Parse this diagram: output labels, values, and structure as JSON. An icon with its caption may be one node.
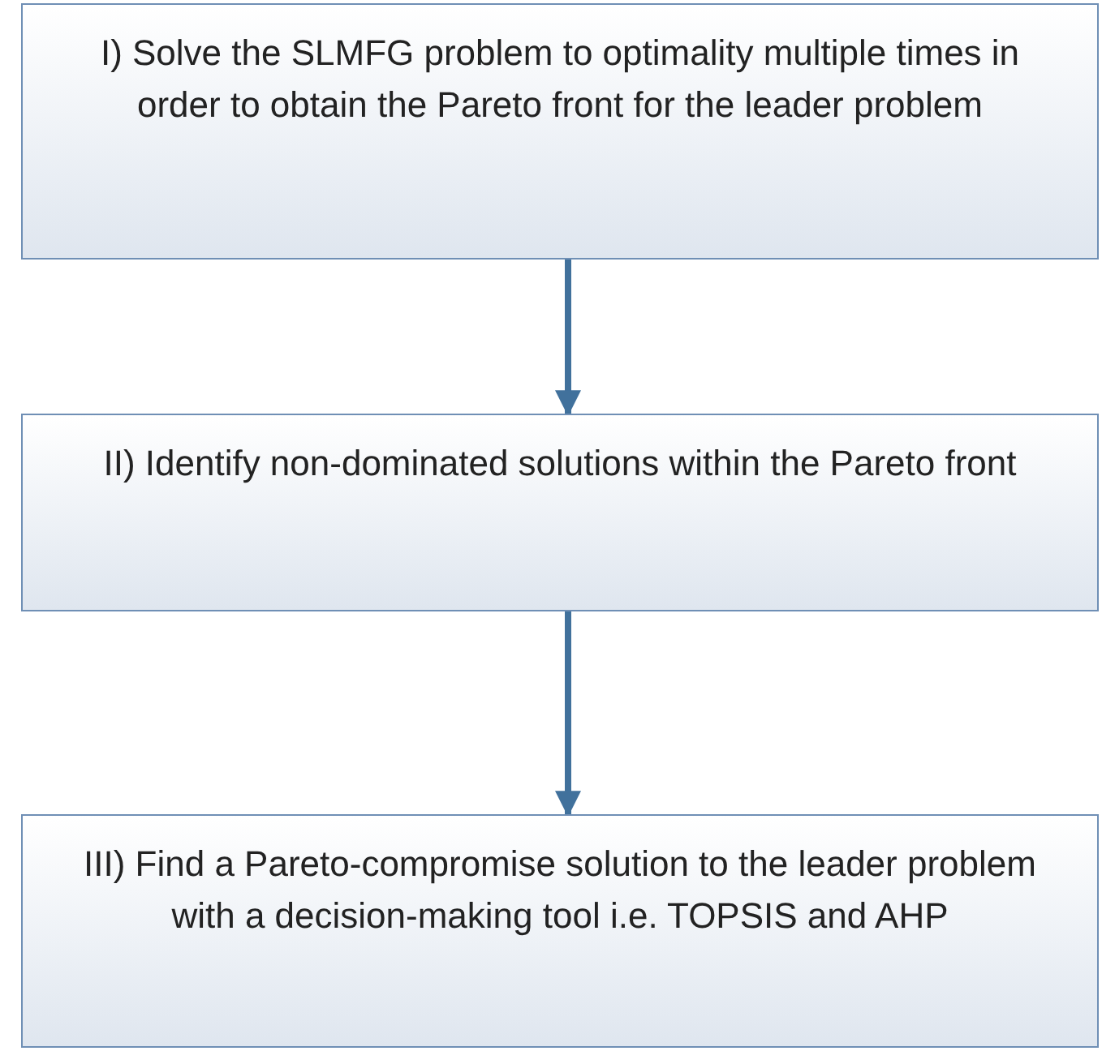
{
  "diagram": {
    "nodes": [
      {
        "text": [
          "I) Solve the SLMFG problem to optimality multiple times in order to obtain the Pareto front for the leader problem"
        ]
      },
      {
        "text": [
          "II) Identify non-dominated solutions within the Pareto front"
        ]
      },
      {
        "text": [
          "III) Find a Pareto-compromise solution to the leader problem with a decision-making tool i.e. TOPSIS and AHP"
        ]
      }
    ],
    "edges": [
      {
        "from": 0,
        "to": 1,
        "arrow": "to"
      },
      {
        "from": 1,
        "to": 2,
        "arrow": "to"
      }
    ]
  }
}
